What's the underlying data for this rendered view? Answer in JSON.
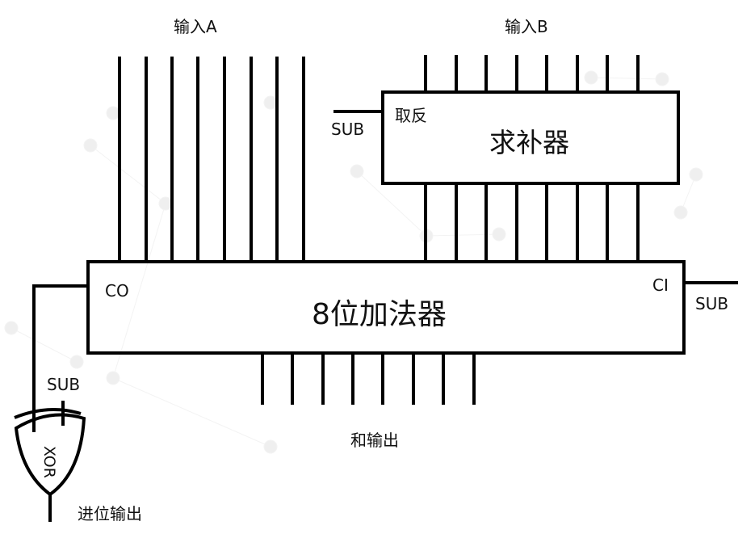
{
  "labels": {
    "input_a": "输入A",
    "input_b": "输入B",
    "invert": "取反",
    "sub_complement": "SUB",
    "complementer": "求补器",
    "co": "CO",
    "adder": "8位加法器",
    "ci": "CI",
    "sub_ci": "SUB",
    "sub_xor": "SUB",
    "xor": "XOR",
    "sum_output": "和输出",
    "carry_output": "进位输出"
  },
  "bit_width": 8,
  "colors": {
    "line": "#000000",
    "background_nodes": "#ececec"
  }
}
